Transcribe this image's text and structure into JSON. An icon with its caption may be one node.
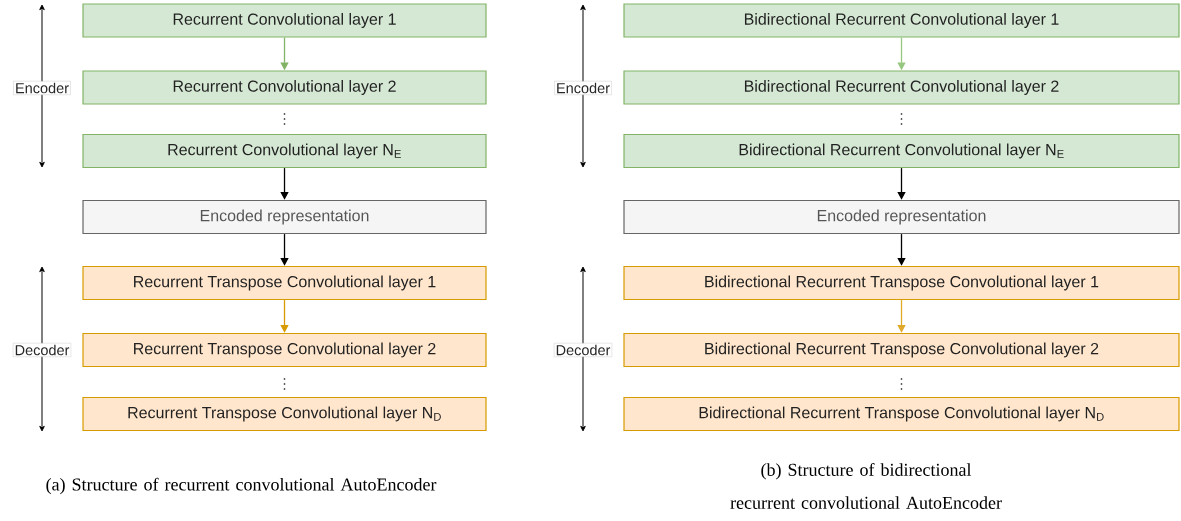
{
  "diagram": {
    "nodes": [
      {
        "text": [
          "Recurrent Convolutional layer 1"
        ]
      },
      {
        "text": [
          "Recurrent Convolutional layer 2"
        ]
      },
      {
        "text": [
          "Recurrent Convolutional layer N$_{E}$"
        ]
      },
      {
        "text": [
          "Encoded representation"
        ]
      },
      {
        "text": [
          "Recurrent Transpose Convolutional layer 1"
        ]
      },
      {
        "text": [
          "Recurrent Transpose Convolutional layer 2"
        ]
      },
      {
        "text": [
          "Recurrent Transpose Convolutional layer N$_{D}$"
        ]
      },
      {
        "text": [
          "Bidirectional Recurrent Convolutional layer 1"
        ]
      },
      {
        "text": [
          "Bidirectional Recurrent Convolutional layer 2"
        ]
      },
      {
        "text": [
          "Bidirectional Recurrent Convolutional layer N$_{E}$"
        ]
      },
      {
        "text": [
          "Encoded representation"
        ]
      },
      {
        "text": [
          "Bidirectional Recurrent Transpose Convolutional layer 1"
        ]
      },
      {
        "text": [
          "Bidirectional Recurrent Transpose Convolutional layer 2"
        ]
      },
      {
        "text": [
          "Bidirectional Recurrent Transpose Convolutional layer N$_{D}$"
        ]
      }
    ],
    "edges": [
      {
        "from": 0,
        "to": 1,
        "arrow": "to",
        "color": "#82b366"
      },
      {
        "from": 2,
        "to": 3,
        "arrow": "to"
      },
      {
        "from": 3,
        "to": 4,
        "arrow": "to"
      },
      {
        "from": 4,
        "to": 5,
        "arrow": "to",
        "color": "#d79b00"
      },
      {
        "from": 7,
        "to": 8,
        "arrow": "to",
        "color": "#97c77f"
      },
      {
        "from": 9,
        "to": 10,
        "arrow": "to"
      },
      {
        "from": 10,
        "to": 11,
        "arrow": "to"
      },
      {
        "from": 11,
        "to": 12,
        "arrow": "to",
        "color": "#e0a92a"
      }
    ],
    "labels": [
      "Encoder",
      "Decoder",
      "Encoder",
      "Decoder",
      "(a) Structure of recurrent convolutional AutoEncoder",
      "(b) Structure of bidirectional recurrent convolutional AutoEncoder"
    ]
  }
}
